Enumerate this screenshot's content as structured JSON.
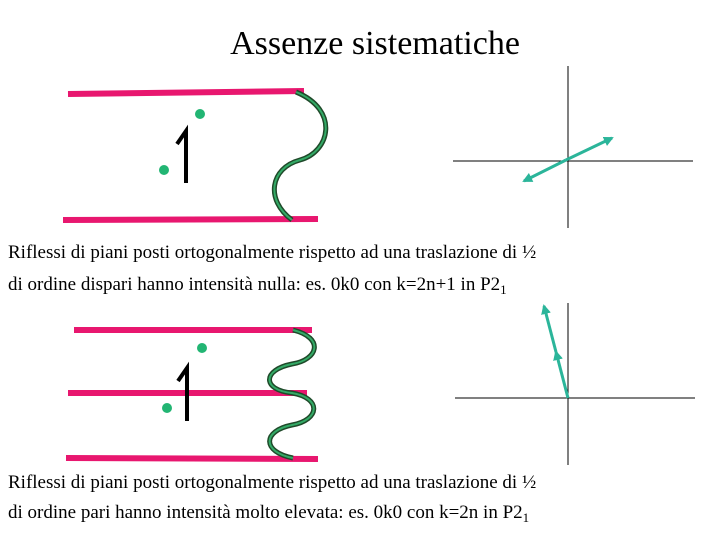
{
  "title": "Assenze sistematiche",
  "caption_1": {
    "line1": "Riflessi di piani posti ortogonalmente rispetto ad una traslazione di ½",
    "line2_main": "di ordine dispari  hanno intensità nulla: es. 0k0 con k=2n+1 in P2",
    "line2_sub": "1"
  },
  "caption_2": {
    "line1": "Riflessi di piani posti ortogonalmente rispetto ad una traslazione di ½",
    "line2_main": "di ordine pari  hanno intensità molto elevata: es. 0k0 con k=2n in P2",
    "line2_sub": "1"
  },
  "colors": {
    "plane": "#e8176f",
    "atom": "#22b573",
    "wave_outer": "#1f4a2a",
    "wave_inner": "#33aa66",
    "vector": "#2bb59a",
    "axis": "#000000"
  }
}
